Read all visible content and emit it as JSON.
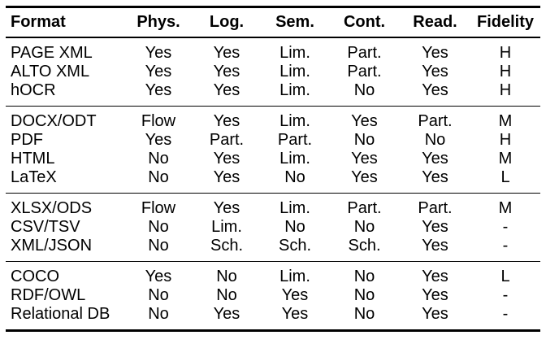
{
  "page": {
    "background_color": "#ffffff",
    "text_color": "#000000",
    "rule_color": "#000000"
  },
  "table": {
    "columns": [
      "Format",
      "Phys.",
      "Log.",
      "Sem.",
      "Cont.",
      "Read.",
      "Fidelity"
    ],
    "groups": [
      {
        "rows": [
          {
            "format": "PAGE XML",
            "values": [
              "Yes",
              "Yes",
              "Lim.",
              "Part.",
              "Yes",
              "H"
            ]
          },
          {
            "format": "ALTO XML",
            "values": [
              "Yes",
              "Yes",
              "Lim.",
              "Part.",
              "Yes",
              "H"
            ]
          },
          {
            "format": "hOCR",
            "values": [
              "Yes",
              "Yes",
              "Lim.",
              "No",
              "Yes",
              "H"
            ]
          }
        ]
      },
      {
        "rows": [
          {
            "format": "DOCX/ODT",
            "values": [
              "Flow",
              "Yes",
              "Lim.",
              "Yes",
              "Part.",
              "M"
            ]
          },
          {
            "format": "PDF",
            "values": [
              "Yes",
              "Part.",
              "Part.",
              "No",
              "No",
              "H"
            ]
          },
          {
            "format": "HTML",
            "values": [
              "No",
              "Yes",
              "Lim.",
              "Yes",
              "Yes",
              "M"
            ]
          },
          {
            "format": "LaTeX",
            "values": [
              "No",
              "Yes",
              "No",
              "Yes",
              "Yes",
              "L"
            ]
          }
        ]
      },
      {
        "rows": [
          {
            "format": "XLSX/ODS",
            "values": [
              "Flow",
              "Yes",
              "Lim.",
              "Part.",
              "Part.",
              "M"
            ]
          },
          {
            "format": "CSV/TSV",
            "values": [
              "No",
              "Lim.",
              "No",
              "No",
              "Yes",
              "-"
            ]
          },
          {
            "format": "XML/JSON",
            "values": [
              "No",
              "Sch.",
              "Sch.",
              "Sch.",
              "Yes",
              "-"
            ]
          }
        ]
      },
      {
        "rows": [
          {
            "format": "COCO",
            "values": [
              "Yes",
              "No",
              "Lim.",
              "No",
              "Yes",
              "L"
            ]
          },
          {
            "format": "RDF/OWL",
            "values": [
              "No",
              "No",
              "Yes",
              "No",
              "Yes",
              "-"
            ]
          },
          {
            "format": "Relational DB",
            "values": [
              "No",
              "Yes",
              "Yes",
              "No",
              "Yes",
              "-"
            ]
          }
        ]
      }
    ]
  }
}
